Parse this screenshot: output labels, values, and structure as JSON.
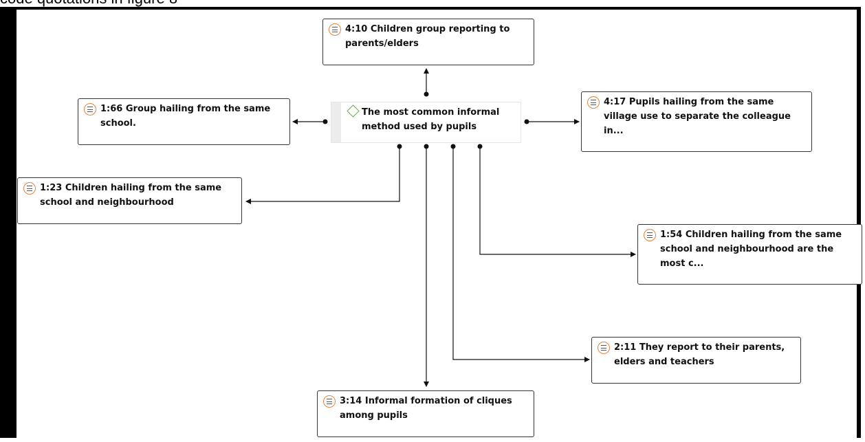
{
  "caption": "code quotations in figure 8",
  "central": {
    "label": "The most common informal method used by pupils"
  },
  "nodes": {
    "n410": {
      "label": "4:10 Children group reporting to parents/elders"
    },
    "n166": {
      "label": "1:66 Group hailing from the same school."
    },
    "n417": {
      "label": "4:17 Pupils hailing from the same village use to separate the colleague in..."
    },
    "n123": {
      "label": "1:23 Children hailing from the same school and neighbourhood"
    },
    "n154": {
      "label": "1:54 Children hailing from the same school and neighbourhood are the most c..."
    },
    "n211": {
      "label": "2:11 They report to their parents, elders and teachers"
    },
    "n314": {
      "label": "3:14 Informal formation of cliques among pupils"
    }
  },
  "icons": {
    "quotation": "quotation-icon",
    "code": "code-diamond-icon"
  },
  "colors": {
    "quotation_icon": "#e8823a",
    "code_icon": "#6ab04c",
    "edge": "#111111"
  }
}
